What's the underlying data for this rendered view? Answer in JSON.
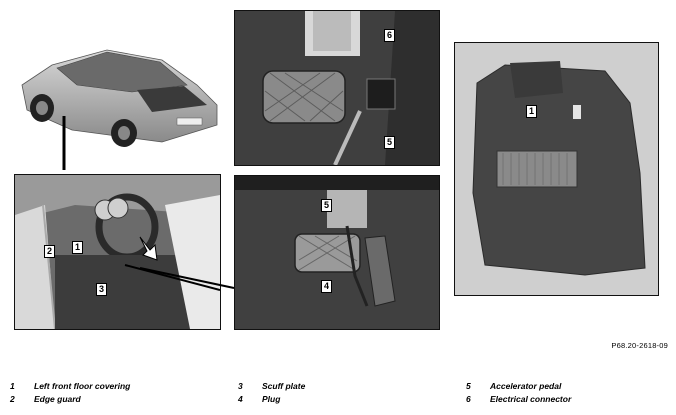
{
  "figure_ref": "P68.20-2618-09",
  "callouts": {
    "p_left": [
      "1",
      "2",
      "3"
    ],
    "p_top": [
      "6",
      "5"
    ],
    "p_bottom": [
      "5",
      "4"
    ],
    "p_carpet": [
      "1"
    ]
  },
  "legend": [
    {
      "num": "1",
      "text": "Left front floor covering"
    },
    {
      "num": "2",
      "text": "Edge guard"
    },
    {
      "num": "3",
      "text": "Scuff plate"
    },
    {
      "num": "4",
      "text": "Plug"
    },
    {
      "num": "5",
      "text": "Accelerator pedal"
    },
    {
      "num": "6",
      "text": "Electrical connector"
    }
  ]
}
